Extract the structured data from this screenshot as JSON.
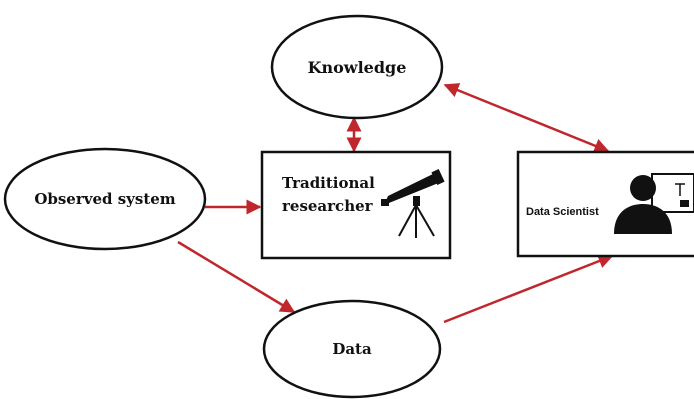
{
  "diagram": {
    "nodes": {
      "knowledge": {
        "label": "Knowledge"
      },
      "observed_system": {
        "label": "Observed system"
      },
      "traditional_researcher": {
        "label_line1": "Traditional",
        "label_line2": "researcher"
      },
      "data_scientist": {
        "label": "Data Scientist"
      },
      "data": {
        "label": "Data"
      }
    },
    "edges": [
      {
        "from": "observed_system",
        "to": "traditional_researcher",
        "direction": "forward"
      },
      {
        "from": "observed_system",
        "to": "data",
        "direction": "forward"
      },
      {
        "from": "traditional_researcher",
        "to": "knowledge",
        "direction": "both"
      },
      {
        "from": "data_scientist",
        "to": "knowledge",
        "direction": "both"
      },
      {
        "from": "data",
        "to": "data_scientist",
        "direction": "forward"
      }
    ],
    "icons": {
      "researcher": "telescope-icon",
      "data_scientist": "person-at-computer-icon"
    },
    "colors": {
      "arrow": "#c0272d",
      "outline": "#111111",
      "background": "#ffffff"
    }
  }
}
